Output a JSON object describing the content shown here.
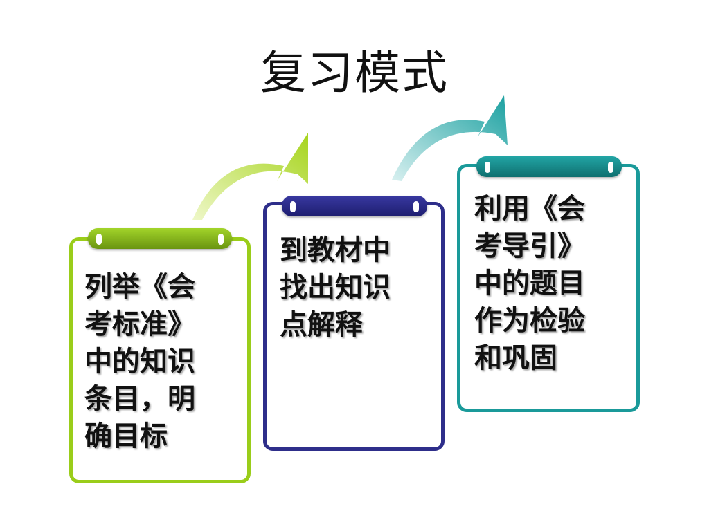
{
  "title": "复习模式",
  "steps": [
    {
      "text": "列举《会\n考标准》\n中的知识\n条目，明\n确目标",
      "color": "#9acd1a",
      "bar_color": "#7fae12"
    },
    {
      "text": "到教材中\n找出知识\n点解释",
      "color": "#2e2e8a",
      "bar_color": "#2a2a8c"
    },
    {
      "text": "利用《会\n考导引》\n中的题目\n作为检验\n和巩固",
      "color": "#1a9a9a",
      "bar_color": "#137f7f"
    }
  ]
}
